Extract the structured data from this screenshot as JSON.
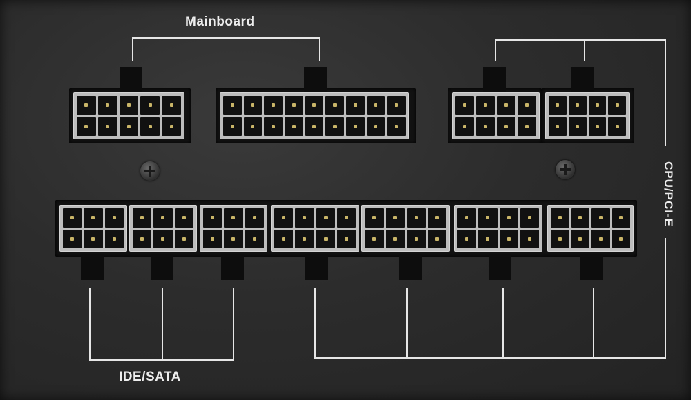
{
  "labels": {
    "mainboard": "Mainboard",
    "ide_sata": "IDE/SATA",
    "cpu_pcie": "CPU/PCI-E"
  },
  "colors": {
    "panel": "#2c2c2c",
    "connector_housing": "#bdbdbd",
    "pin_contact": "#c9b568",
    "silkscreen": "#e6e6e6"
  },
  "icons": [
    "screw-icon"
  ]
}
